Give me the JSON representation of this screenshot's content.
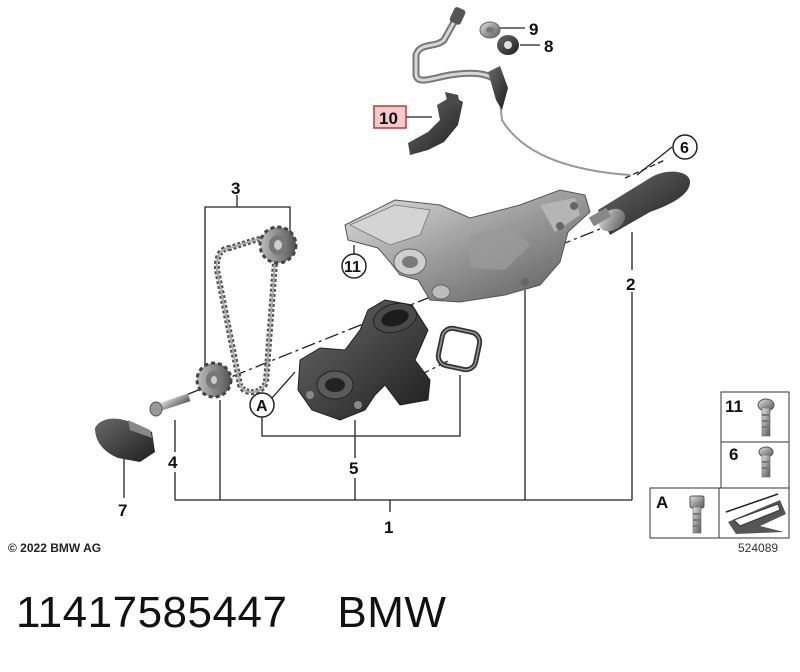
{
  "callouts": {
    "c1": "1",
    "c2": "2",
    "c3": "3",
    "c4": "4",
    "c5": "5",
    "c6": "6",
    "c7": "7",
    "c8": "8",
    "c9": "9",
    "c10": "10",
    "c11": "11",
    "cA": "A"
  },
  "legend": {
    "item11": "11",
    "item6": "6",
    "itemA": "A"
  },
  "footer": {
    "copyright": "© 2022 BMW AG",
    "reference_number": "524089"
  },
  "caption": {
    "part_number": "11417585447",
    "brand": "BMW"
  },
  "colors": {
    "highlight_fill": "#f4c9cf",
    "highlight_border": "#c0392b",
    "part_dark": "#3a3a3a",
    "part_mid": "#8a8a8a",
    "part_light": "#c8c8c8"
  }
}
